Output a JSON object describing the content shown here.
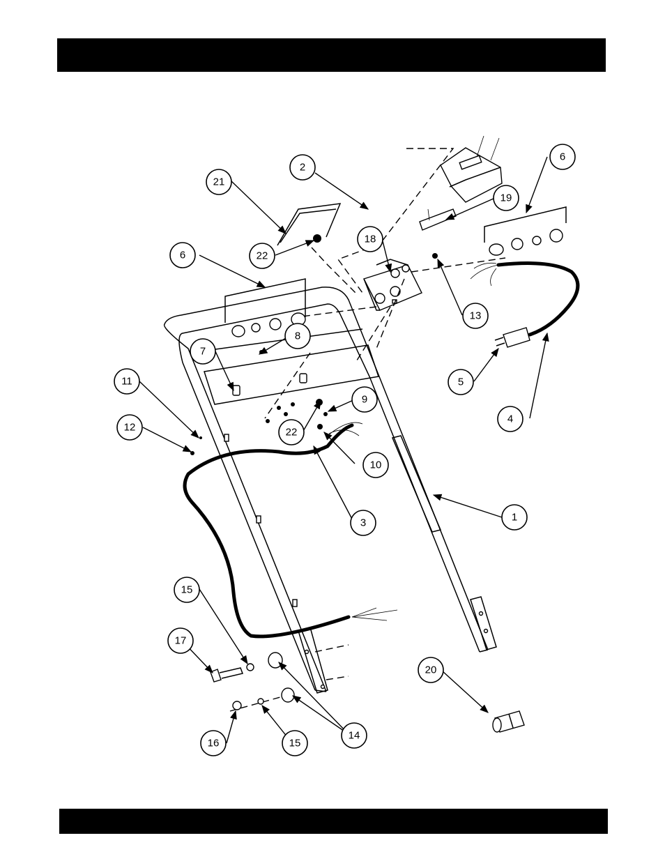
{
  "header_bar": {
    "text": ""
  },
  "footer_bar": {
    "text": ""
  },
  "callouts": {
    "c1": "1",
    "c2": "2",
    "c3": "3",
    "c4": "4",
    "c5": "5",
    "c6a": "6",
    "c6b": "6",
    "c7": "7",
    "c8": "8",
    "c9": "9",
    "c10": "10",
    "c11": "11",
    "c12": "12",
    "c13": "13",
    "c14": "14",
    "c15a": "15",
    "c15b": "15",
    "c16": "16",
    "c17": "17",
    "c18": "18",
    "c19": "19",
    "c20": "20",
    "c21": "21",
    "c22a": "22",
    "c22b": "22"
  },
  "colors": {
    "ink": "#000000",
    "paper": "#ffffff"
  }
}
